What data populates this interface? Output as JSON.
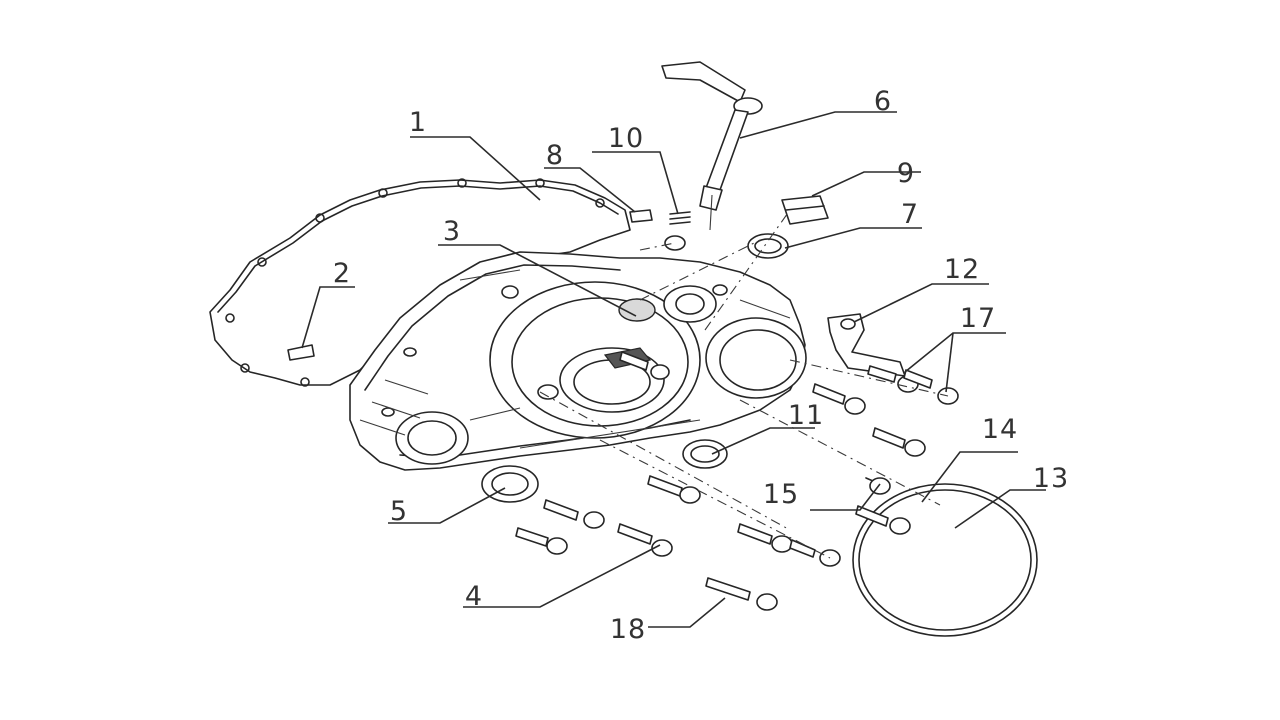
{
  "diagram": {
    "labels": [
      {
        "id": "1",
        "text": "1"
      },
      {
        "id": "2",
        "text": "2"
      },
      {
        "id": "3",
        "text": "3"
      },
      {
        "id": "4",
        "text": "4"
      },
      {
        "id": "5",
        "text": "5"
      },
      {
        "id": "6",
        "text": "6"
      },
      {
        "id": "7",
        "text": "7"
      },
      {
        "id": "8",
        "text": "8"
      },
      {
        "id": "9",
        "text": "9"
      },
      {
        "id": "10",
        "text": "10"
      },
      {
        "id": "11",
        "text": "11"
      },
      {
        "id": "12",
        "text": "12"
      },
      {
        "id": "13",
        "text": "13"
      },
      {
        "id": "14",
        "text": "14"
      },
      {
        "id": "15",
        "text": "15"
      },
      {
        "id": "17",
        "text": "17"
      },
      {
        "id": "18",
        "text": "18"
      }
    ]
  }
}
